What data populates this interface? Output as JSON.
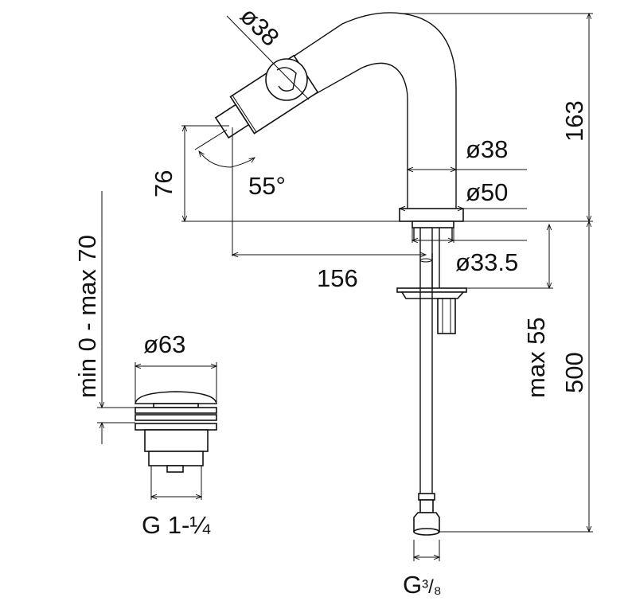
{
  "title": "Bidet mixer technical drawing",
  "dimensions": {
    "aerator_diameter": "ø38",
    "spout_diameter": "ø38",
    "base_diameter": "ø50",
    "total_height": "163",
    "spout_outlet_height": "76",
    "jet_angle": "55°",
    "spout_reach": "156",
    "shank_diameter": "ø33.5",
    "max_deck_thickness": "max 55",
    "hose_length": "500",
    "popup_travel": "min 0 - max 70",
    "popup_diameter": "ø63",
    "popup_thread": "G 1-¼",
    "hose_thread_base": "G",
    "hose_thread_fraction": "³/₈"
  },
  "colors": {
    "line": "#111111",
    "background": "#ffffff"
  }
}
